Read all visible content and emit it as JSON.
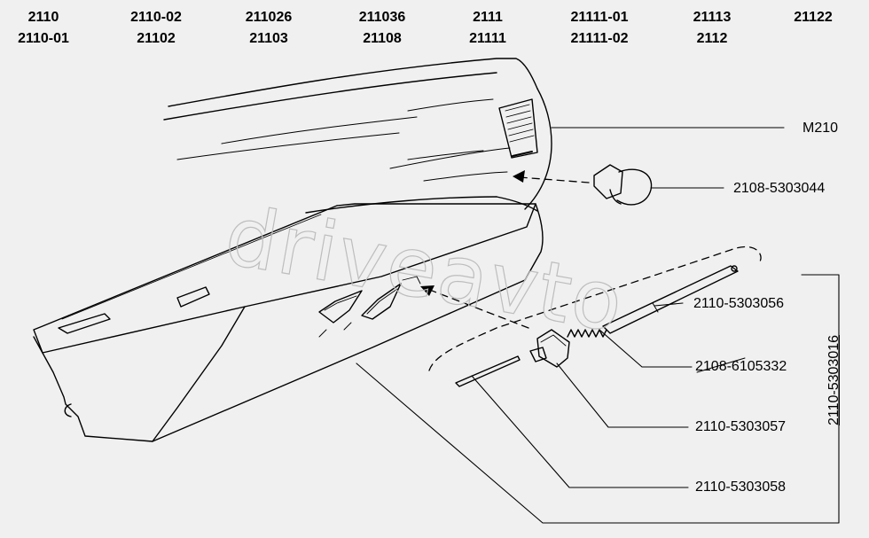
{
  "models": [
    {
      "top": "2110",
      "bottom": "2110-01"
    },
    {
      "top": "2110-02",
      "bottom": "21102"
    },
    {
      "top": "211026",
      "bottom": "21103"
    },
    {
      "top": "211036",
      "bottom": "21108"
    },
    {
      "top": "2111",
      "bottom": "21111"
    },
    {
      "top": "21111-01",
      "bottom": "21111-02"
    },
    {
      "top": "21113",
      "bottom": "2112"
    },
    {
      "top": "21122",
      "bottom": ""
    }
  ],
  "parts": {
    "m210": "M210",
    "lock_button": "2108-5303044",
    "rod": "2110-5303056",
    "spring": "2108-6105332",
    "latch": "2110-5303057",
    "pin": "2110-5303058",
    "assembly": "2110-5303016"
  },
  "watermark": "driveavto"
}
